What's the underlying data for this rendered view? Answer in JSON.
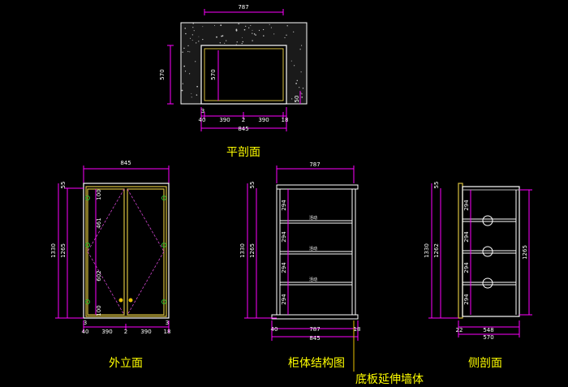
{
  "titles": {
    "plan": "平剖面",
    "front": "外立面",
    "structure": "柜体结构图",
    "side": "侧剖面",
    "note": "底板延伸墙体"
  },
  "plan": {
    "top_width": "787",
    "left_height": "570",
    "inner_height": "570",
    "right_dim": "50",
    "bottom_small": [
      "3",
      "40",
      "390",
      "2",
      "390",
      "18"
    ],
    "bottom_total": "845"
  },
  "front": {
    "top_width": "845",
    "left_outer": "1330",
    "left_inner": "1265",
    "top_small": "55",
    "right_small": "3",
    "inner_vertical": [
      "100",
      "461",
      "602",
      "100"
    ],
    "bottom_small": [
      "3",
      "40",
      "390",
      "2",
      "390",
      "18"
    ]
  },
  "structure": {
    "top_width": "787",
    "left_outer": "1330",
    "left_inner": "1265",
    "top_small": "55",
    "shelf_heights": [
      "294",
      "294",
      "294",
      "294"
    ],
    "shelf_labels": [
      "活动",
      "活动",
      "活动"
    ],
    "bottom_small": [
      "40",
      "787",
      "18"
    ],
    "bottom_total": "845"
  },
  "side": {
    "top_small": "55",
    "left_outer": "1330",
    "left_inner": "1262",
    "right_outer": "1265",
    "shelf_heights": [
      "294",
      "294",
      "294",
      "294"
    ],
    "bottom_small": [
      "22",
      "548"
    ],
    "bottom_total": "570"
  },
  "colors": {
    "dimension": "#ff00ff",
    "outline": "#ffffff",
    "door": "#d8c040",
    "hinge": "#30c030",
    "title": "#ffff00"
  }
}
